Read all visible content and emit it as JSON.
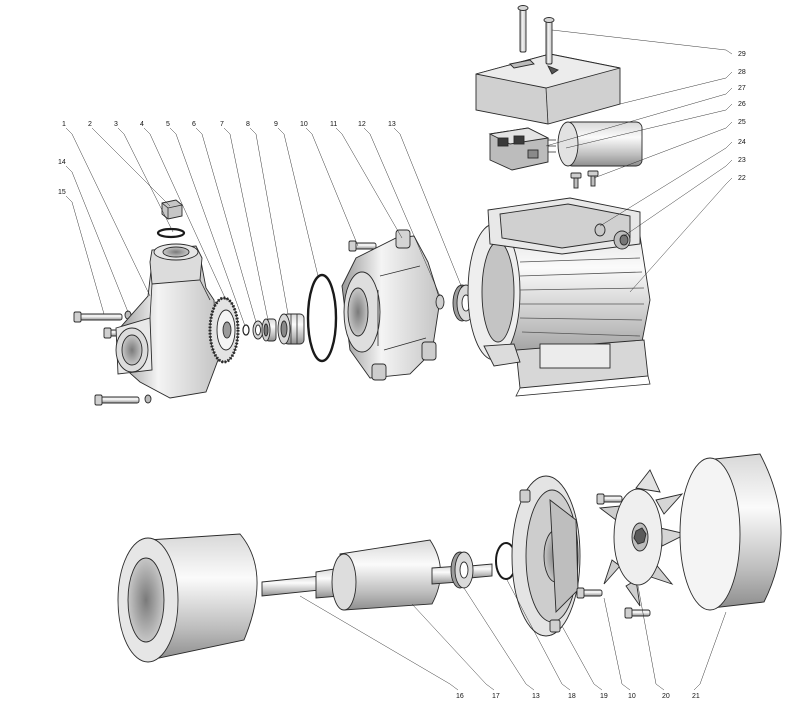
{
  "callouts": {
    "n1": "1",
    "n2": "2",
    "n3": "3",
    "n4": "4",
    "n5": "5",
    "n6": "6",
    "n7": "7",
    "n8": "8",
    "n9": "9",
    "n10": "10",
    "n11": "11",
    "n12": "12",
    "n13": "13",
    "n14": "14",
    "n15": "15",
    "n16": "16",
    "n17": "17",
    "n13b": "13",
    "n18": "18",
    "n19": "19",
    "n10b": "10",
    "n20": "20",
    "n21": "21",
    "n22": "22",
    "n23": "23",
    "n24": "24",
    "n25": "25",
    "n26": "26",
    "n27": "27",
    "n28": "28",
    "n29": "29"
  },
  "colors": {
    "metal_light": "#f2f2f2",
    "metal_mid": "#c9c9c9",
    "metal_dark": "#8e8e8e",
    "line": "#2b2b2b"
  }
}
